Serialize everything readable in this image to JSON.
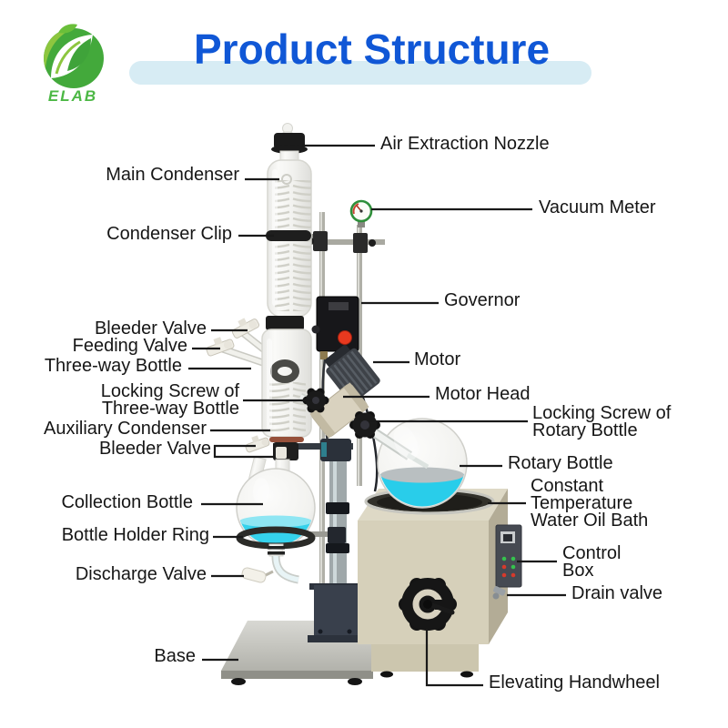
{
  "brand": {
    "logo_text": "ELAB",
    "logo_icon": "leaf-circle-icon"
  },
  "header": {
    "title": "Product Structure"
  },
  "colors": {
    "title_blue": "#1057d6",
    "title_pill_bg": "#d7ecf4",
    "brand_green": "#4cb845",
    "liquid_cyan": "#2fd0ea",
    "label_text": "#161616",
    "bath_beige": "#d6d0ba",
    "governor_button_red": "#e8391f"
  },
  "labels": {
    "air_extraction_nozzle": "Air Extraction Nozzle",
    "main_condenser": "Main Condenser",
    "vacuum_meter": "Vacuum Meter",
    "condenser_clip": "Condenser Clip",
    "governor": "Governor",
    "motor": "Motor",
    "motor_head": "Motor Head",
    "locking_screw_rotary": "Locking Screw of\nRotary Bottle",
    "bleeder_valve_top": "Bleeder Valve",
    "feeding_valve": "Feeding Valve",
    "three_way_bottle": "Three-way Bottle",
    "locking_screw_three_way": "Locking Screw of\nThree-way Bottle",
    "auxiliary_condenser": "Auxiliary Condenser",
    "bleeder_valve_bottom": "Bleeder Valve",
    "collection_bottle": "Collection Bottle",
    "bottle_holder_ring": "Bottle Holder Ring",
    "discharge_valve": "Discharge Valve",
    "base": "Base",
    "rotary_bottle": "Rotary Bottle",
    "constant_temperature_bath": "Constant\nTemperature\nWater Oil Bath",
    "control_box": "Control\nBox",
    "drain_valve": "Drain valve",
    "elevating_handwheel": "Elevating Handwheel"
  }
}
